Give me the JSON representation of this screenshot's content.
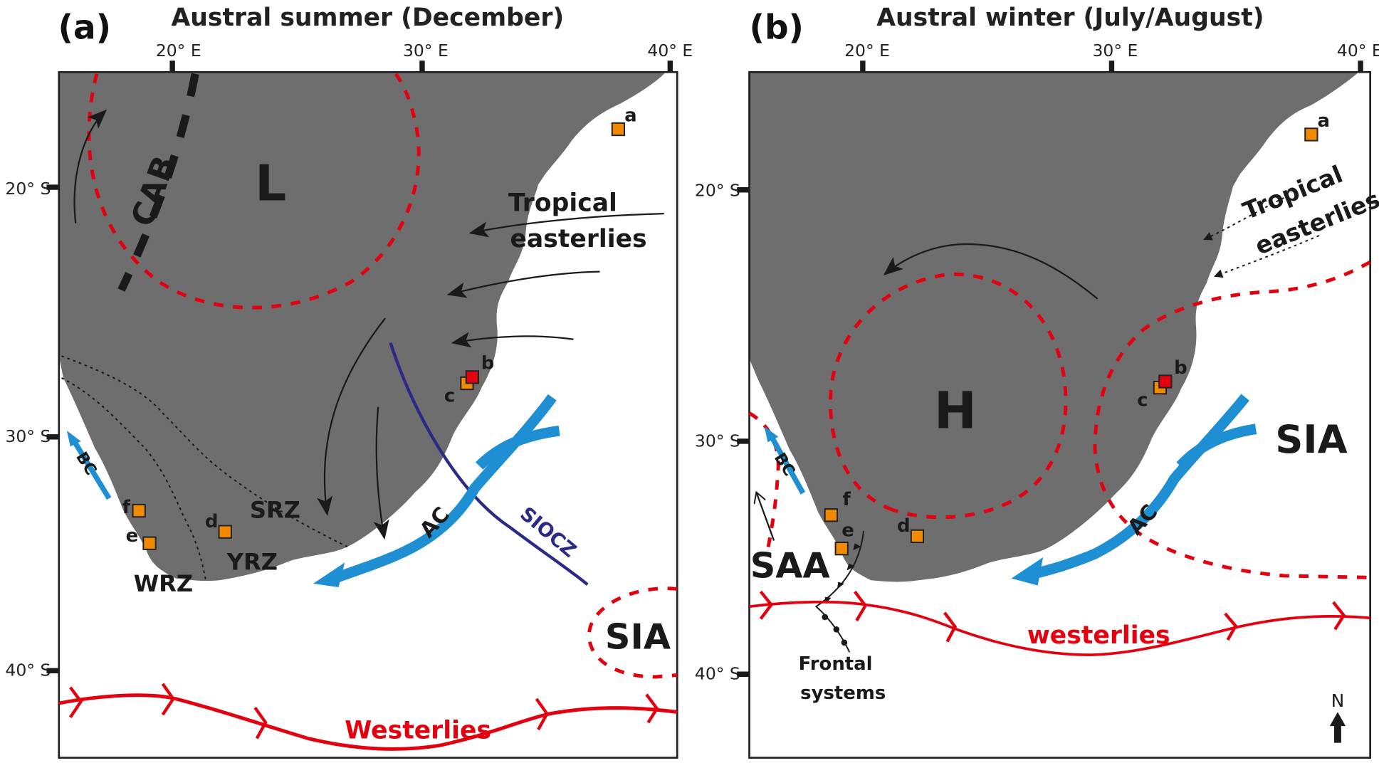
{
  "figure": {
    "panels": [
      {
        "id": "a",
        "letter": "(a)",
        "title": "Austral summer (December)",
        "lon_ticks": [
          "20° E",
          "30° E",
          "40° E"
        ],
        "lat_ticks": [
          "20° S",
          "30° S",
          "40° S"
        ],
        "labels": {
          "low": "L",
          "cab": "CAB",
          "tropical": "Tropical",
          "easterlies": "easterlies",
          "srz": "SRZ",
          "yrz": "YRZ",
          "wrz": "WRZ",
          "ac": "AC",
          "bc": "BC",
          "siocz": "SIOCZ",
          "sia": "SIA",
          "westerlies": "Westerlies"
        },
        "sites": [
          {
            "label": "a",
            "color": "orange"
          },
          {
            "label": "b",
            "color": "red"
          },
          {
            "label": "c",
            "color": "orange"
          },
          {
            "label": "d",
            "color": "orange"
          },
          {
            "label": "e",
            "color": "orange"
          },
          {
            "label": "f",
            "color": "orange"
          }
        ]
      },
      {
        "id": "b",
        "letter": "(b)",
        "title": "Austral winter (July/August)",
        "lon_ticks": [
          "20° E",
          "30° E",
          "40° E"
        ],
        "lat_ticks": [
          "20° S",
          "30° S",
          "40° S"
        ],
        "labels": {
          "high": "H",
          "tropical": "Tropical",
          "easterlies": "easterlies",
          "ac": "AC",
          "bc": "BC",
          "sia": "SIA",
          "saa": "SAA",
          "westerlies": "westerlies",
          "frontal": "Frontal",
          "systems": "systems",
          "north": "N"
        },
        "sites": [
          {
            "label": "a",
            "color": "orange"
          },
          {
            "label": "b",
            "color": "red"
          },
          {
            "label": "c",
            "color": "orange"
          },
          {
            "label": "d",
            "color": "orange"
          },
          {
            "label": "e",
            "color": "orange"
          },
          {
            "label": "f",
            "color": "orange"
          }
        ]
      }
    ],
    "colors": {
      "land": "#6e6e6e",
      "pressure_cell": "#e3000f",
      "ocean_current": "#1f8fd3",
      "siocz": "#2b2a86",
      "site_marker": "#f08a00",
      "site_marker_highlight": "#e3000f"
    }
  }
}
